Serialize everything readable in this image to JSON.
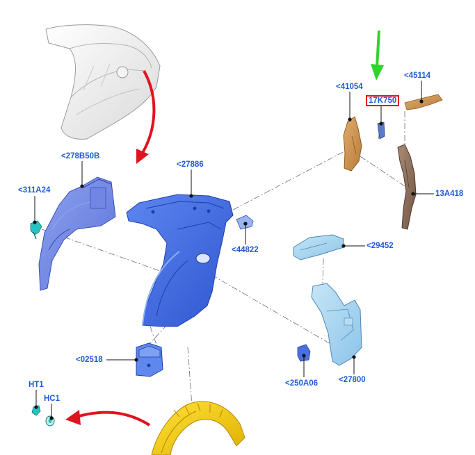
{
  "labels": {
    "p278b50b": "<278B50B",
    "p311a24": "<311A24",
    "p27886": "<27886",
    "p44822": "<44822",
    "p02518": "<02518",
    "pht1": "HT1",
    "phc1": "HC1",
    "p41054": "<41054",
    "p17k750": "17K750",
    "p45114": "<45114",
    "p13a418": "13A418",
    "p29452": "<29452",
    "p250a06": "<250A06",
    "p27800": "<27800"
  },
  "colors": {
    "callout_text": "#1f5bd6",
    "highlight_box": "#e0141e",
    "pointer_arrow_red": "#e0141e",
    "indicator_arrow_green": "#2fd52a",
    "part_body_side": "#eeeeee",
    "part_inner_panel": "#3f6ae0",
    "part_wheelhouse_inner": "#6f86e8",
    "part_wheel_liner": "#f3c800",
    "part_pillar_reinforcement": "#c98f4a",
    "part_light_blue": "#9fd0ee",
    "part_bracket_teal": "#29c2c2",
    "part_dark_brown": "#8a6a55"
  }
}
